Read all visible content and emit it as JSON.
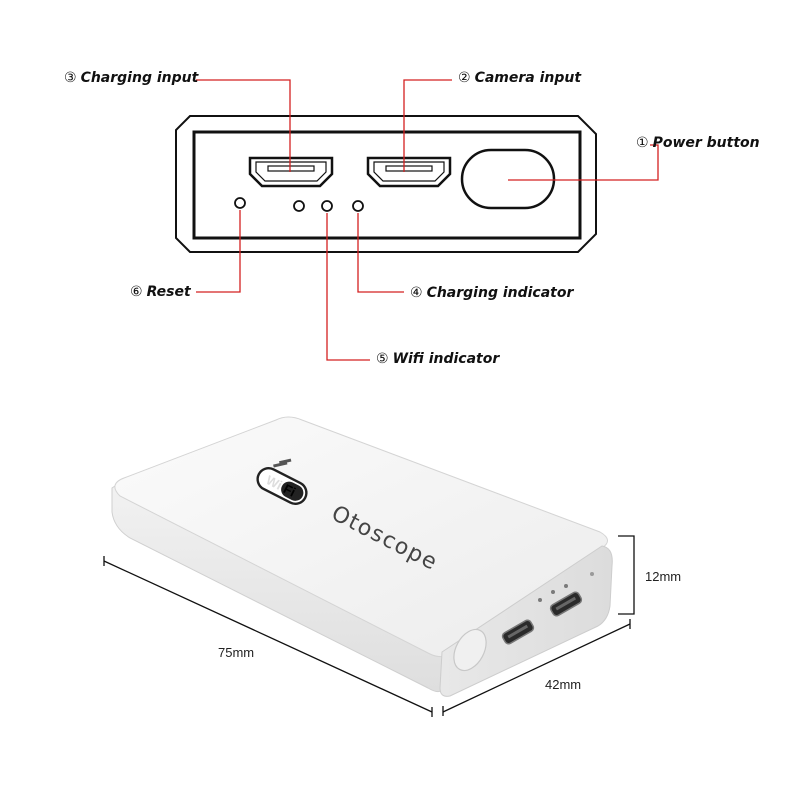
{
  "callouts": [
    {
      "key": "power",
      "num": "①",
      "text": "Power button"
    },
    {
      "key": "camera",
      "num": "②",
      "text": "Camera input"
    },
    {
      "key": "charging",
      "num": "③",
      "text": "Charging input"
    },
    {
      "key": "charge_ind",
      "num": "④",
      "text": "Charging indicator"
    },
    {
      "key": "wifi_ind",
      "num": "⑤",
      "text": "Wifi indicator"
    },
    {
      "key": "reset",
      "num": "⑥",
      "text": "Reset"
    }
  ],
  "device": {
    "badge": "Wi Fi",
    "brand": "Otoscope"
  },
  "dimensions": {
    "length": "75mm",
    "width": "42mm",
    "height": "12mm"
  },
  "colors": {
    "leader": "#d42020",
    "outline": "#111111",
    "body": "#eeeeee",
    "body_top": "#f6f6f6",
    "body_front": "#e4e4e4"
  }
}
